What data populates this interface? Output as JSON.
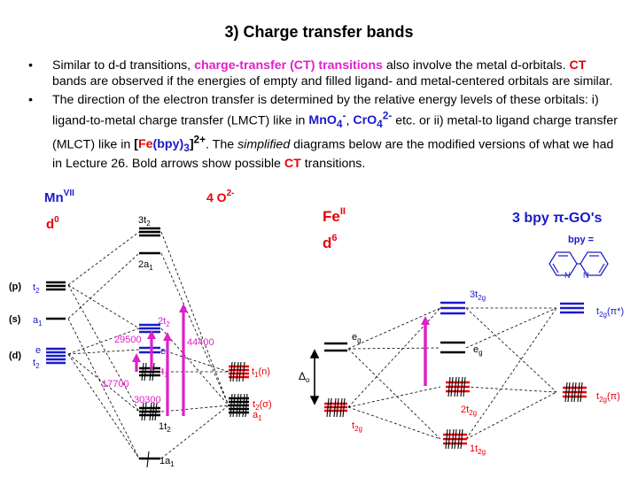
{
  "slide": {
    "title": "3) Charge transfer bands",
    "bullet1": {
      "t1": "Similar to d-d transitions, ",
      "t2": "charge-transfer (CT) transitions",
      "t3": " also involve the metal d-orbitals. ",
      "t4": "CT",
      "t5": " bands are observed if the energies of empty and filled ligand- and metal-centered orbitals are similar."
    },
    "bullet2": {
      "t1": "The direction of the electron transfer is determined by the relative energy levels of these orbitals: i) ligand-to-metal charge transfer (LMCT) like in ",
      "mn": "MnO",
      "mn_sub": "4",
      "mn_sup": "-",
      "sep1": ", ",
      "cr": "CrO",
      "cr_sub": "4",
      "cr_sup": "2-",
      "t2": " etc. or ii) metal-to ligand charge transfer (MLCT) like in ",
      "br_open": "[",
      "fe": "Fe",
      "bpy": "(bpy)",
      "bpy_sub": "3",
      "br_close": "]",
      "fe_sup": "2+",
      "t3": ". The ",
      "simplified": "simplified",
      "t4": " diagrams below are the modified versions of what we had in Lecture 26. Bold arrows show possible ",
      "ct": "CT",
      "t5": " transitions."
    }
  },
  "left_diagram": {
    "metal": "Mn",
    "metal_ox": "VII",
    "d_config": "d",
    "d_count": "0",
    "ligand": "4 O",
    "ligand_charge": "2-",
    "labels": {
      "p": "(p)",
      "s": "(s)",
      "d": "(d)",
      "t2_p": "t",
      "t2_p_sub": "2",
      "a1_s": "a",
      "a1_s_sub": "1",
      "e_d": "e",
      "t2_d": "t",
      "t2_d_sub": "2",
      "mo_3t2": "3t",
      "mo_3t2_sub": "2",
      "mo_2a1": "2a",
      "mo_2a1_sub": "1",
      "mo_2t2": "2t",
      "mo_2t2_sub": "2",
      "mo_e": "e",
      "mo_t1": "t",
      "mo_t1_sub": "1",
      "mo_1t2": "1t",
      "mo_1t2_sub": "2",
      "mo_1a1": "1a",
      "mo_1a1_sub": "1",
      "lig_t1n": "t",
      "lig_t1n_sub": "1",
      "lig_t1n_tail": "(n)",
      "lig_t2s": "t",
      "lig_t2s_sub": "2",
      "lig_t2s_tail": "(σ)",
      "lig_a1": "a",
      "lig_a1_sub": "1"
    },
    "transitions": [
      {
        "label": "29500"
      },
      {
        "label": "17700"
      },
      {
        "label": "30300"
      },
      {
        "label": "44400"
      }
    ]
  },
  "right_diagram": {
    "metal": "Fe",
    "metal_ox": "II",
    "d_config": "d",
    "d_count": "6",
    "ligand": "3 bpy ",
    "ligand_pi": "π",
    "ligand_tail": "-GO's",
    "bpy_label": "bpy =",
    "ring_atom": "N",
    "delta": "Δ",
    "delta_sub": "o",
    "labels": {
      "eg_m": "e",
      "eg_m_sub": "g",
      "t2g_m": "t",
      "t2g_m_sub": "2g",
      "mo_3t2g": "3t",
      "mo_3t2g_sub": "2g",
      "mo_eg": "e",
      "mo_eg_sub": "g",
      "mo_2t2g": "2t",
      "mo_2t2g_sub": "2g",
      "mo_1t2g": "1t",
      "mo_1t2g_sub": "2g",
      "lig_pistar": "t",
      "lig_pistar_sub": "2g",
      "lig_pistar_tail": "(π*)",
      "lig_pi": "t",
      "lig_pi_sub": "2g",
      "lig_pi_tail": "(π)"
    }
  },
  "colors": {
    "blue": "#1a1acc",
    "red": "#e8000a",
    "magenta": "#e020c8",
    "black": "#000000"
  }
}
